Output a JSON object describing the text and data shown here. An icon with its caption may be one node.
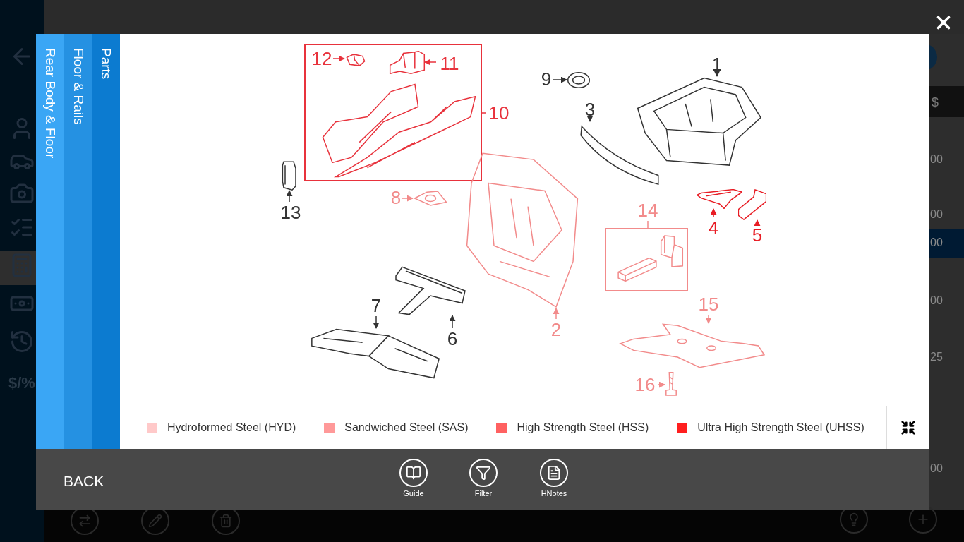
{
  "diagram": {
    "nodes": [
      {
        "text": [],
        "shape": "box"
      },
      {
        "text": [
          "12"
        ],
        "in": 0
      },
      {
        "text": [],
        "shape": "picture",
        "in": 0
      },
      {
        "text": [
          "11"
        ],
        "in": 0
      },
      {
        "text": [],
        "shape": "picture",
        "in": 0
      },
      {
        "text": [
          "10"
        ]
      },
      {
        "text": [
          "9"
        ]
      },
      {
        "text": [],
        "shape": "picture"
      },
      {
        "text": [
          "1"
        ]
      },
      {
        "text": [],
        "shape": "picture"
      },
      {
        "text": [
          "3"
        ]
      },
      {
        "text": [],
        "shape": "picture"
      },
      {
        "text": [],
        "shape": "picture"
      },
      {
        "text": [
          "13"
        ]
      },
      {
        "text": [
          "8"
        ]
      },
      {
        "text": [],
        "shape": "picture"
      },
      {
        "text": [
          "14"
        ]
      },
      {
        "text": [],
        "shape": "box"
      },
      {
        "text": [],
        "shape": "picture"
      },
      {
        "text": [
          "4"
        ]
      },
      {
        "text": [],
        "shape": "picture"
      },
      {
        "text": [
          "5"
        ]
      },
      {
        "text": [],
        "shape": "picture"
      },
      {
        "text": [
          "7"
        ]
      },
      {
        "text": [],
        "shape": "picture"
      },
      {
        "text": [],
        "shape": "picture"
      },
      {
        "text": [
          "6"
        ]
      },
      {
        "text": [
          "2"
        ]
      },
      {
        "text": [
          "15"
        ]
      },
      {
        "text": [],
        "shape": "picture"
      },
      {
        "text": [
          "16"
        ]
      },
      {
        "text": [],
        "shape": "picture"
      }
    ],
    "edges": [
      {
        "from": 1,
        "to": 2,
        "arrow": "to",
        "color": "#e8323c"
      },
      {
        "from": 3,
        "to": 4,
        "arrow": "to",
        "color": "#e8323c"
      },
      {
        "from": 5,
        "to": 0,
        "arrow": "none",
        "color": "#e8323c"
      },
      {
        "from": 6,
        "to": 7,
        "arrow": "to"
      },
      {
        "from": 8,
        "to": 9,
        "arrow": "to"
      },
      {
        "from": 10,
        "to": 11,
        "arrow": "to"
      },
      {
        "from": 13,
        "to": 12,
        "arrow": "to"
      },
      {
        "from": 14,
        "to": 15,
        "arrow": "to",
        "color": "#f28b8b"
      },
      {
        "from": 16,
        "to": 17,
        "arrow": "none",
        "color": "#f28b8b"
      },
      {
        "from": 19,
        "to": 18,
        "arrow": "to",
        "color": "#e81c24"
      },
      {
        "from": 21,
        "to": 20,
        "arrow": "to",
        "color": "#e81c24"
      },
      {
        "from": 23,
        "to": 24,
        "arrow": "to"
      },
      {
        "from": 26,
        "to": 25,
        "arrow": "to"
      },
      {
        "from": 27,
        "to": 22,
        "arrow": "to",
        "color": "#f28b8b"
      },
      {
        "from": 28,
        "to": 29,
        "arrow": "to",
        "color": "#f28b8b"
      },
      {
        "from": 30,
        "to": 31,
        "arrow": "to",
        "color": "#f28b8b"
      }
    ],
    "labels": [
      "$/%",
      "Rear Body & Floor",
      "Floor & Rails",
      "Parts",
      "$",
      "00",
      "00",
      "00",
      "00",
      "25",
      "00",
      "BACK",
      "Guide",
      "Filter",
      "HNotes"
    ],
    "legend": [
      {
        "text": "Hydroformed Steel (HYD)",
        "color": "#ffc9c9"
      },
      {
        "text": "Sandwiched Steel (SAS)",
        "color": "#ff9999"
      },
      {
        "text": "High Strength Steel (HSS)",
        "color": "#ff6161"
      },
      {
        "text": "Ultra High Strength Steel (UHSS)",
        "color": "#ff1f1f"
      }
    ]
  }
}
